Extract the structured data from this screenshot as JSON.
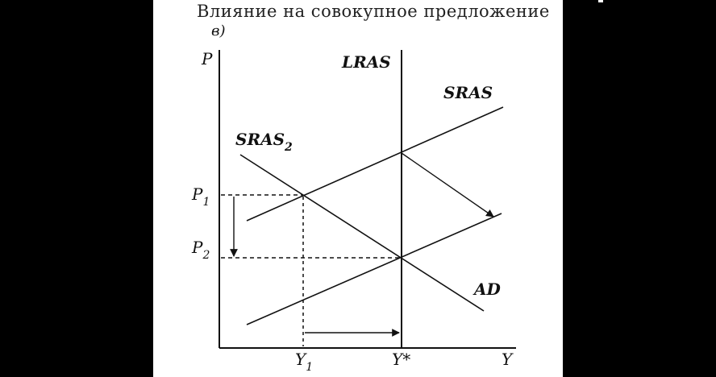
{
  "title": "Влияние на совокупное предложение",
  "panel_label": "в)",
  "axes": {
    "y_label": "P",
    "x_label": "Y"
  },
  "curves": {
    "lras": "LRAS",
    "sras": "SRAS",
    "sras2_base": "SRAS",
    "sras2_sub": "2",
    "ad": "AD"
  },
  "levels": {
    "p1_base": "P",
    "p1_sub": "1",
    "p2_base": "P",
    "p2_sub": "2",
    "y1_base": "Y",
    "y1_sub": "1",
    "ystar": "Y*"
  },
  "colors": {
    "ink": "#111111",
    "background": "#ffffff",
    "frame": "#000000"
  }
}
